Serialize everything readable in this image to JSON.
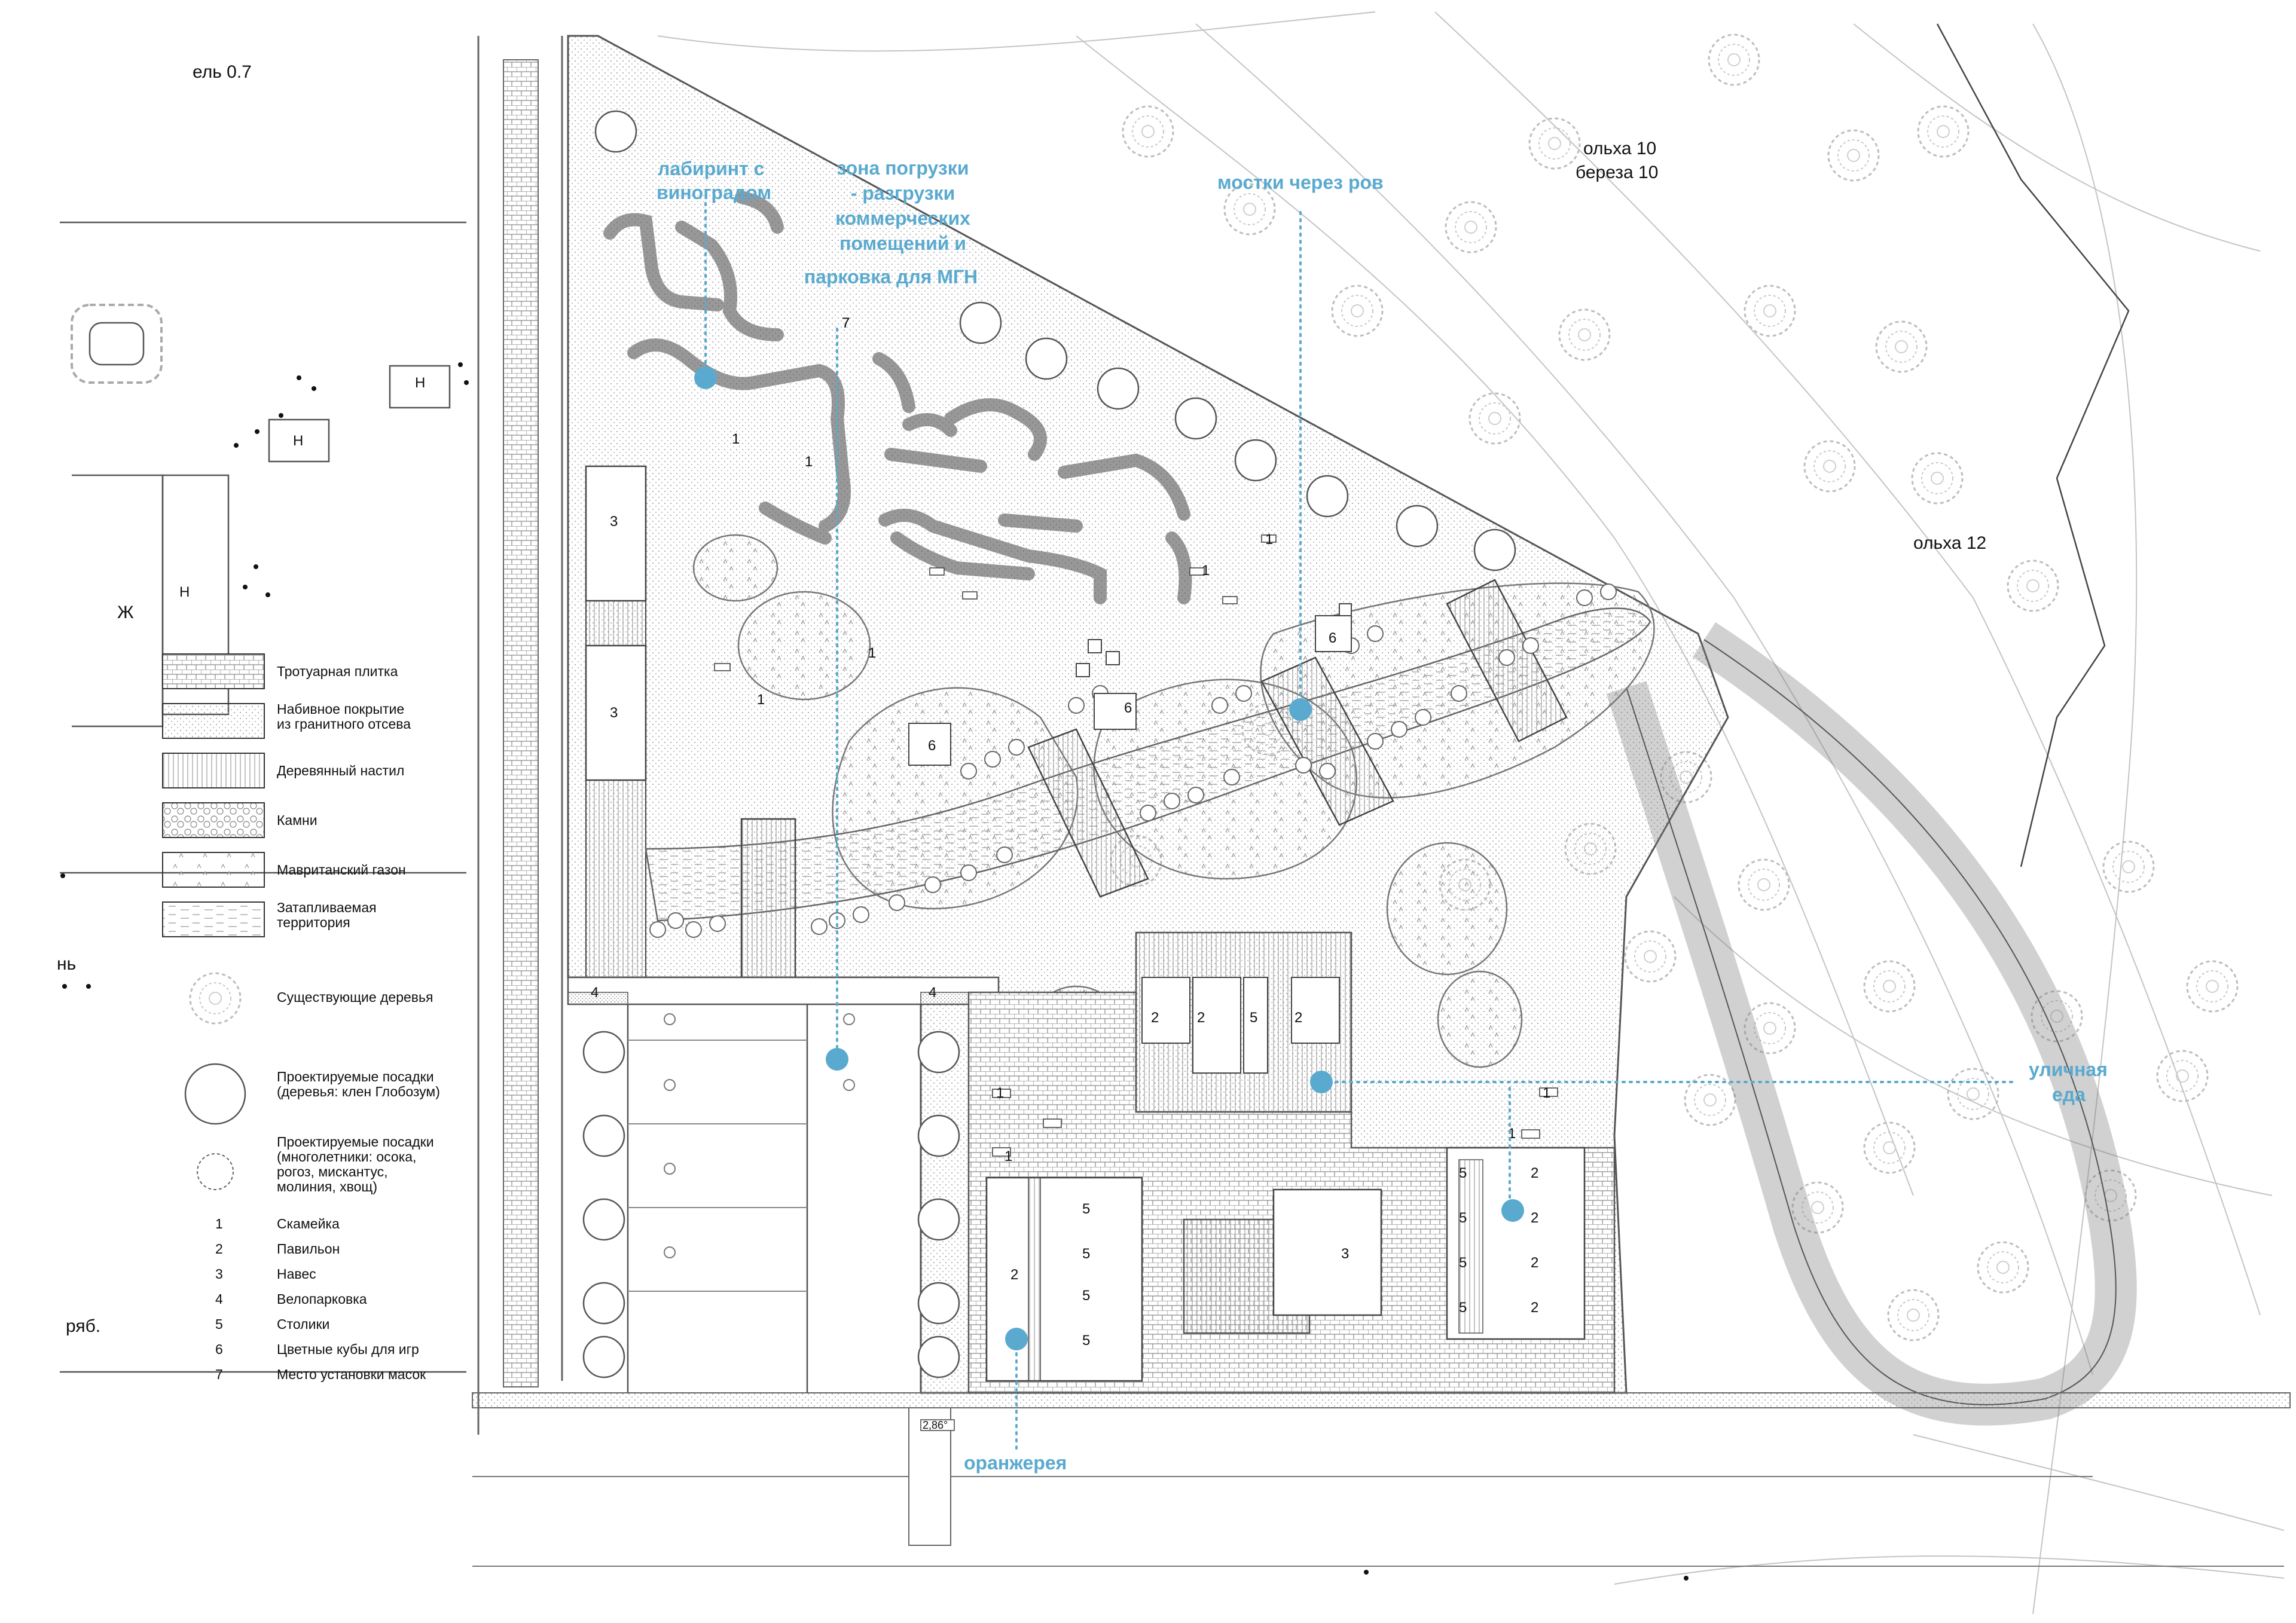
{
  "callouts": {
    "labyrinth": [
      "лабиринт с",
      "виноградом"
    ],
    "loading_zone": [
      "зона погрузки",
      "- разгрузки",
      "коммерческих",
      "помещений и",
      "парковка для МГН"
    ],
    "bridges": "мостки через ров",
    "street_food": [
      "уличная",
      "еда"
    ],
    "greenhouse": "оранжерея"
  },
  "map_labels": {
    "spruce": "ель 0.7",
    "alder_birch": [
      "ольха 10",
      "береза 10"
    ],
    "alder12": "ольха 12",
    "rowan": "ряб.",
    "letter_zh": "Ж",
    "letter_n": "Н",
    "nye": "нь",
    "slope": "2,86°"
  },
  "legend": {
    "materials": [
      {
        "label": [
          "Тротуарная плитка"
        ],
        "pattern": "grid"
      },
      {
        "label": [
          "Набивное покрытие",
          "из гранитного отсева"
        ],
        "pattern": "dots"
      },
      {
        "label": [
          "Деревянный настил"
        ],
        "pattern": "vlines"
      },
      {
        "label": [
          "Камни"
        ],
        "pattern": "stones"
      },
      {
        "label": [
          "Мавританский газон"
        ],
        "pattern": "lawn"
      },
      {
        "label": [
          "Затапливаемая",
          "территория"
        ],
        "pattern": "flood"
      }
    ],
    "trees": [
      {
        "label": [
          "Существующие деревья"
        ],
        "symbol": "existing-tree-icon"
      },
      {
        "label": [
          "Проектируемые посадки",
          "(деревья: клен Глобозум)"
        ],
        "symbol": "planned-tree-icon"
      },
      {
        "label": [
          "Проектируемые посадки",
          "(многолетники: осока,",
          "рогоз, мискантус,",
          "молиния, хвощ)"
        ],
        "symbol": "perennials-icon"
      }
    ],
    "numbers": [
      {
        "n": "1",
        "label": "Скамейка"
      },
      {
        "n": "2",
        "label": "Павильон"
      },
      {
        "n": "3",
        "label": "Навес"
      },
      {
        "n": "4",
        "label": "Велопарковка"
      },
      {
        "n": "5",
        "label": "Столики"
      },
      {
        "n": "6",
        "label": "Цветные кубы для игр"
      },
      {
        "n": "7",
        "label": "Место установки масок"
      }
    ]
  },
  "colors": {
    "accent": "#5aaacf",
    "line": "#333333",
    "light": "#888888"
  }
}
